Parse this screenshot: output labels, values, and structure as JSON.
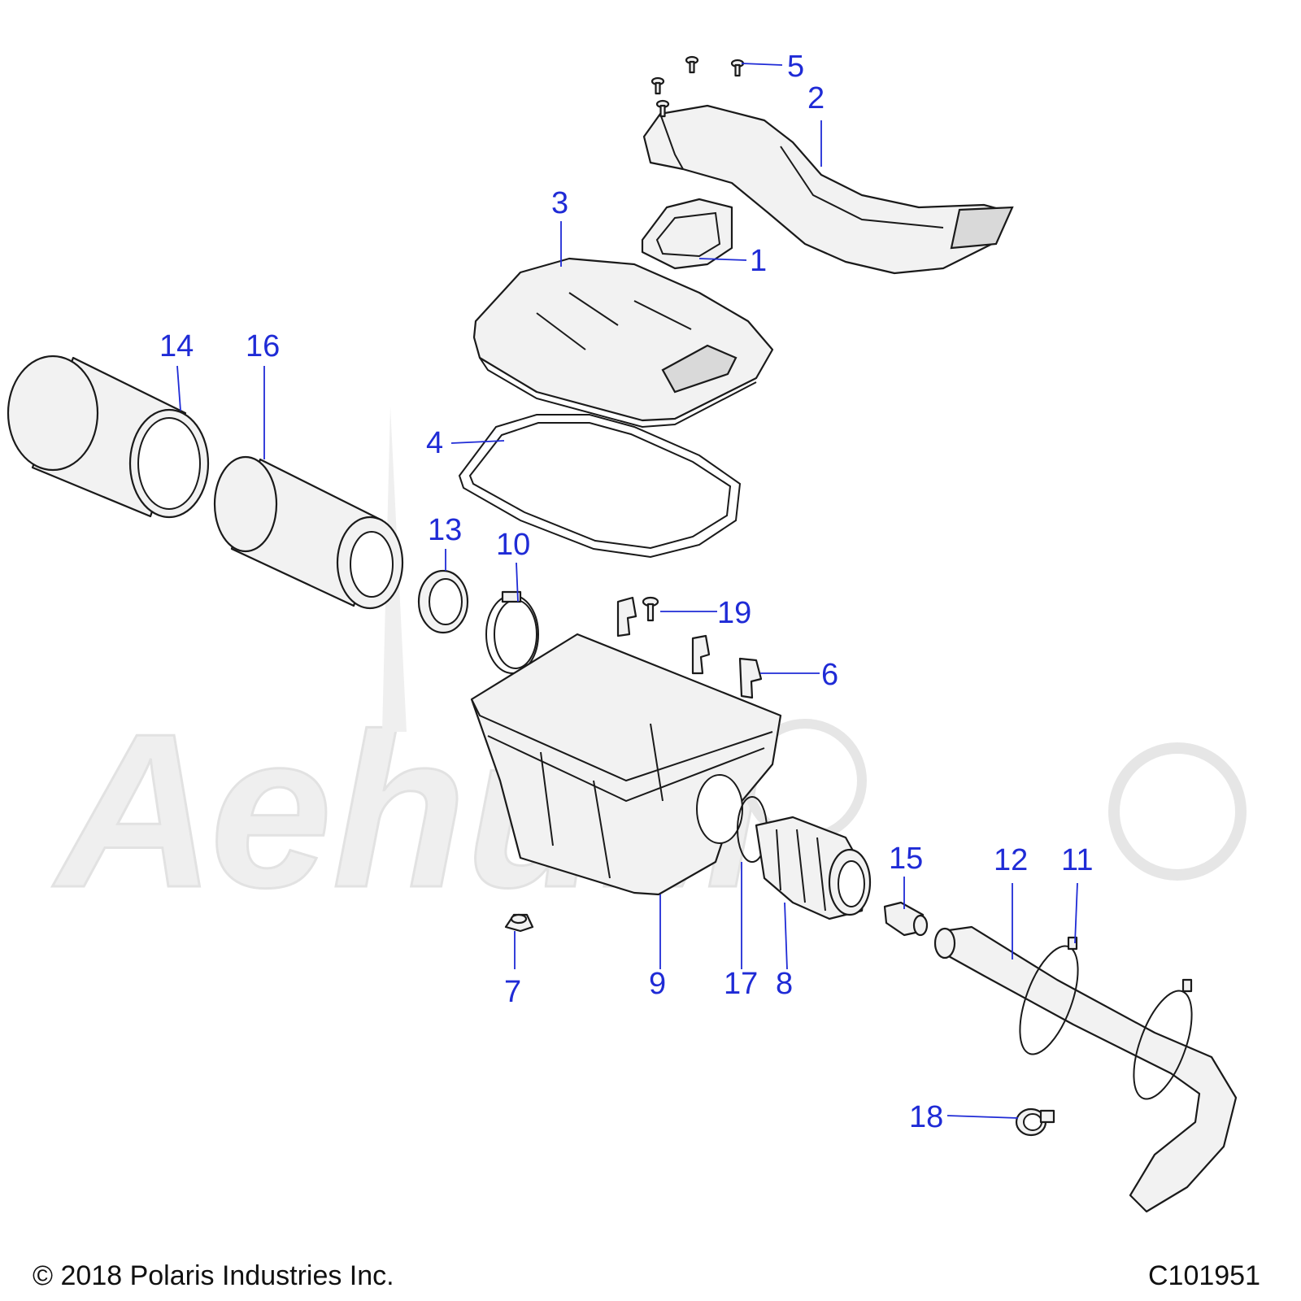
{
  "watermark": {
    "text": "Аеhим"
  },
  "footer": {
    "copyright": "© 2018 Polaris Industries Inc.",
    "diagram_code": "C101951"
  },
  "callouts": {
    "c1": "1",
    "c2": "2",
    "c3": "3",
    "c4": "4",
    "c5": "5",
    "c6": "6",
    "c7": "7",
    "c8": "8",
    "c9": "9",
    "c10": "10",
    "c11": "11",
    "c12": "12",
    "c13": "13",
    "c14": "14",
    "c15": "15",
    "c16": "16",
    "c17": "17",
    "c18": "18",
    "c19": "19"
  },
  "colors": {
    "callout": "#1f2bd6",
    "line_art": "#1a1a1a",
    "watermark": "#efefef"
  }
}
